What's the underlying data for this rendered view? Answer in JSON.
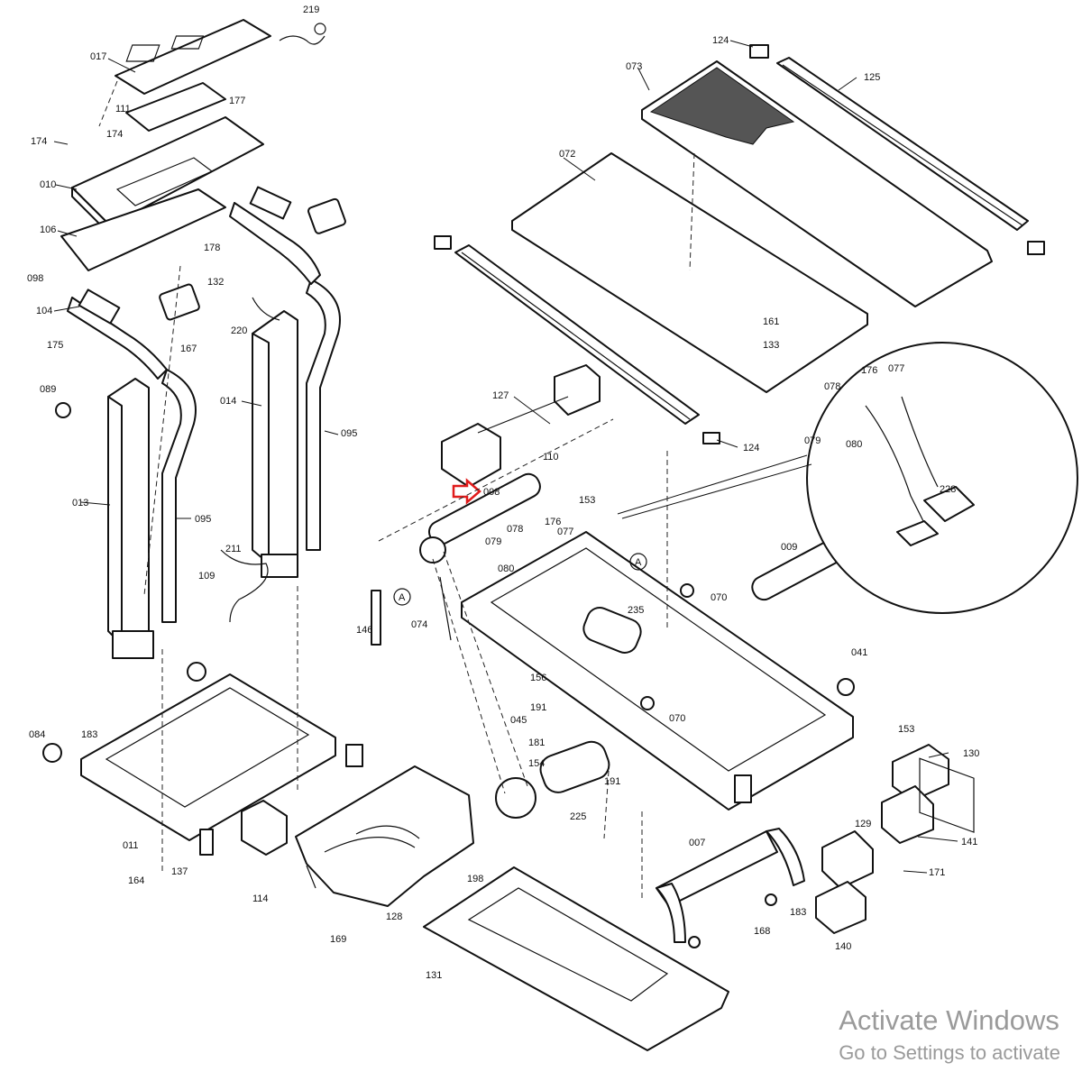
{
  "diagram": {
    "highlight_color": "#e01b1b",
    "part_numbers": [
      "219",
      "017",
      "177",
      "111",
      "174",
      "174",
      "010",
      "106",
      "178",
      "098",
      "104",
      "132",
      "167",
      "175",
      "089",
      "220",
      "014",
      "095",
      "095",
      "013",
      "211",
      "109",
      "146",
      "074",
      "127",
      "110",
      "008",
      "153",
      "078",
      "176",
      "077",
      "079",
      "080",
      "235",
      "156",
      "070",
      "070",
      "009",
      "041",
      "191",
      "045",
      "181",
      "154",
      "191",
      "225",
      "084",
      "183",
      "011",
      "164",
      "137",
      "114",
      "128",
      "169",
      "198",
      "007",
      "168",
      "183",
      "129",
      "140",
      "171",
      "130",
      "141",
      "153",
      "131",
      "073",
      "124",
      "125",
      "072",
      "161",
      "133",
      "124",
      "078",
      "176",
      "077",
      "079",
      "080",
      "228"
    ]
  },
  "watermark": {
    "title": "Activate Windows",
    "subtitle": "Go to Settings to activate"
  }
}
